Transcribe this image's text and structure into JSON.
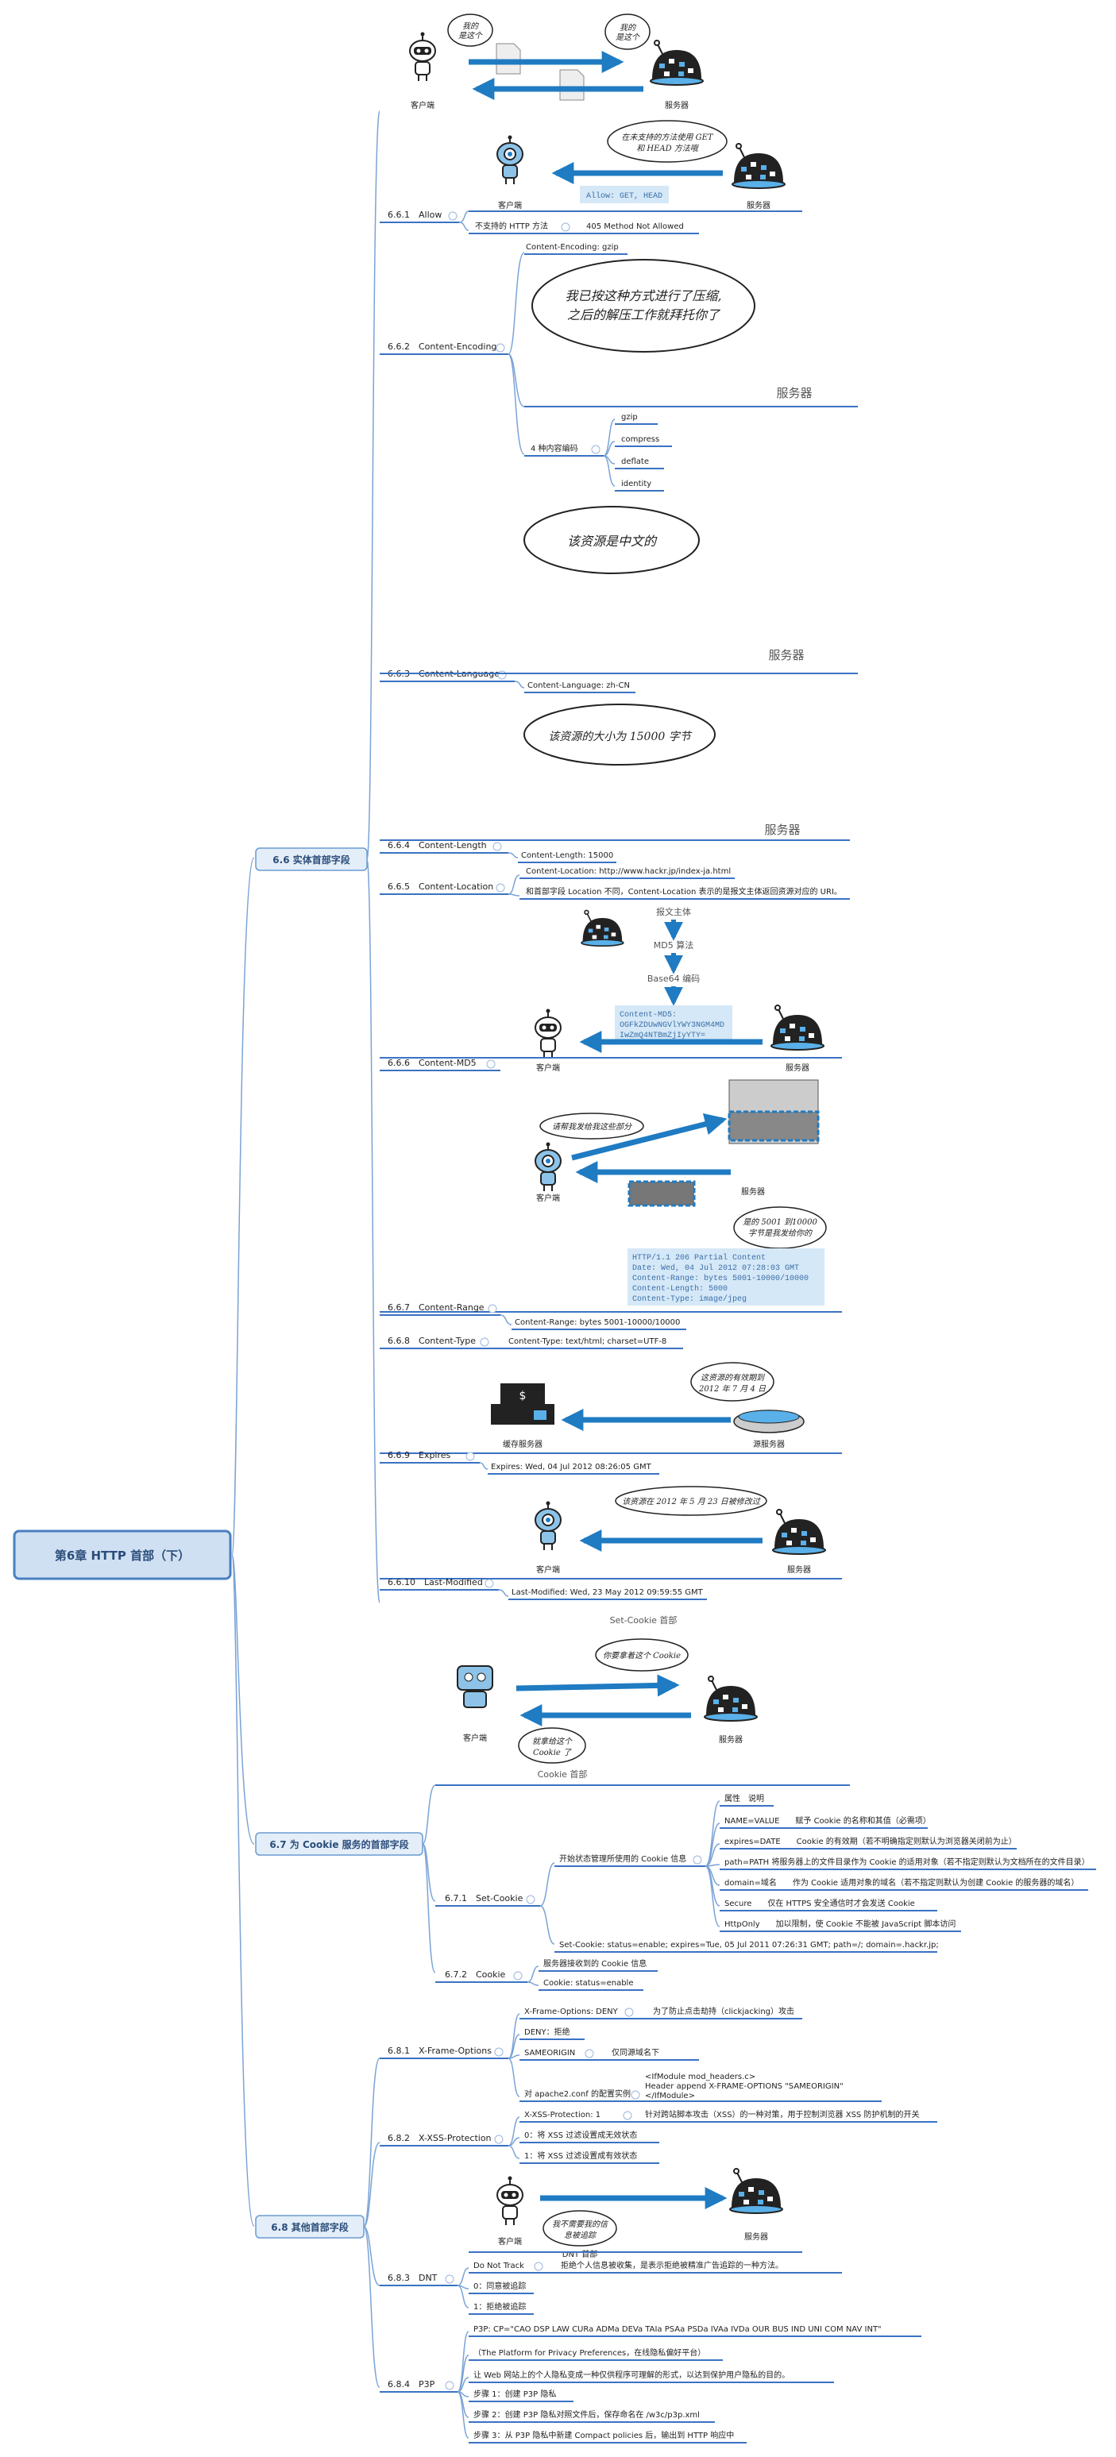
{
  "root": {
    "title": "第6章 HTTP 首部（下）"
  },
  "sections": {
    "s66": "6.6 实体首部字段",
    "s67": "6.7 为 Cookie 服务的首部字段",
    "s68": "6.8 其他首部字段"
  },
  "labels": {
    "client": "客户端",
    "server": "服务器",
    "cache_server": "缓存服务器",
    "origin_server": "源服务器"
  },
  "s66": {
    "top_bubble_c": "我的\n是这个",
    "top_bubble_s": "我的\n是这个",
    "allow": {
      "title": "6.6.1　Allow",
      "bubble": "在未支持的方法使用 GET\n和 HEAD 方法哦",
      "code": "Allow: GET, HEAD",
      "left": "不支持的 HTTP 方法",
      "right": "405 Method Not Allowed"
    },
    "encoding": {
      "title": "6.6.2　Content-Encoding",
      "value": "Content-Encoding: gzip",
      "bubble1": "我已按这种方式进行了压缩,",
      "bubble2": "之后的解压工作就拜托你了",
      "types_label": "4 种内容编码",
      "types": [
        "gzip",
        "compress",
        "deflate",
        "identity"
      ]
    },
    "language": {
      "title": "6.6.3　Content-Language",
      "bubble": "该资源是中文的",
      "value": "Content-Language: zh-CN"
    },
    "length": {
      "title": "6.6.4　Content-Length",
      "bubble": "该资源的大小为 15000 字节",
      "value": "Content-Length: 15000"
    },
    "location": {
      "title": "6.6.5　Content-Location",
      "value1": "Content-Location: http://www.hackr.jp/index-ja.html",
      "value2": "和首部字段 Location 不同，Content-Location 表示的是报文主体返回资源对应的 URI。"
    },
    "md5": {
      "title": "6.6.6　Content-MD5",
      "step1": "报文主体",
      "step2": "MD5 算法",
      "step3": "Base64 编码",
      "code1": "Content-MD5:",
      "code2": "OGFkZDUwNGVlYWY3NGM4MD",
      "code3": "IwZmQ4NTBmZjIyYTY="
    },
    "range": {
      "title": "6.6.7　Content-Range",
      "bubble_c": "请帮我发给我这些部分",
      "bubble_s": "是的 5001 到10000\n字节是我发给你的",
      "code": [
        "HTTP/1.1 206 Partial Content",
        "Date: Wed, 04 Jul 2012 07:28:03 GMT",
        "Content-Range: bytes 5001-10000/10000",
        "Content-Length: 5000",
        "Content-Type: image/jpeg"
      ],
      "value": "Content-Range: bytes 5001-10000/10000"
    },
    "type": {
      "title": "6.6.8　Content-Type",
      "value": "Content-Type: text/html; charset=UTF-8"
    },
    "expires": {
      "title": "6.6.9　Expires",
      "bubble": "这资源的有效期到\n2012 年 7 月 4 日",
      "value": "Expires: Wed, 04 Jul 2012 08:26:05 GMT"
    },
    "last_modified": {
      "title": "6.6.10　Last-Modified",
      "bubble": "该资源在 2012 年 5 月 23 日被修改过",
      "value": "Last-Modified: Wed, 23 May 2012 09:59:55 GMT"
    }
  },
  "s67": {
    "setcookie_caption": "Set-Cookie 首部",
    "cookie_caption": "Cookie 首部",
    "bubble_s": "你要拿着这个 Cookie",
    "bubble_c": "就拿给这个\nCookie 了",
    "set_cookie": {
      "title": "6.7.1　Set-Cookie",
      "desc": "开始状态管理所使用的 Cookie 信息",
      "attrs": [
        "属性　说明",
        "NAME=VALUE　　赋予 Cookie 的名称和其值（必需项）",
        "expires=DATE　　Cookie 的有效期（若不明确指定则默认为浏览器关闭前为止）",
        "path=PATH 将服务器上的文件目录作为 Cookie 的适用对象（若不指定则默认为文档所在的文件目录）",
        "domain=域名　　作为 Cookie 适用对象的域名（若不指定则默认为创建 Cookie 的服务器的域名）",
        "Secure　　仅在 HTTPS 安全通信时才会发送 Cookie",
        "HttpOnly　　加以限制，使 Cookie 不能被 JavaScript 脚本访问"
      ],
      "example": "Set-Cookie: status=enable; expires=Tue, 05 Jul 2011 07:26:31 GMT; path=/; domain=.hackr.jp;"
    },
    "cookie": {
      "title": "6.7.2　Cookie",
      "desc": "服务器接收到的 Cookie 信息",
      "value": "Cookie: status=enable"
    }
  },
  "s68": {
    "xfo": {
      "title": "6.8.1　X-Frame-Options",
      "v1": "X-Frame-Options: DENY",
      "v1_note": "为了防止点击劫持（clickjacking）攻击",
      "v2": "DENY：拒绝",
      "v3": "SAMEORIGIN",
      "v3_note": "仅同源域名下",
      "v4": "对 apache2.conf 的配置实例",
      "v4_code": [
        "<IfModule mod_headers.c>",
        "  Header append X-FRAME-OPTIONS \"SAMEORIGIN\"",
        "</IfModule>"
      ]
    },
    "xss": {
      "title": "6.8.2　X-XSS-Protection",
      "v1": "X-XSS-Protection: 1",
      "v1_note": "针对跨站脚本攻击（XSS）的一种对策，用于控制浏览器 XSS 防护机制的开关",
      "v2": "0：将 XSS 过滤设置成无效状态",
      "v3": "1：将 XSS 过滤设置成有效状态"
    },
    "dnt": {
      "title": "6.8.3　DNT",
      "bubble": "我不需要我的信\n息被追踪",
      "caption": "DNT 首部",
      "v1": "Do Not Track",
      "v1_note": "拒绝个人信息被收集，是表示拒绝被精准广告追踪的一种方法。",
      "v2": "0：同意被追踪",
      "v3": "1：拒绝被追踪"
    },
    "p3p": {
      "title": "6.8.4　P3P",
      "v1": "P3P: CP=\"CAO DSP LAW CURa ADMa DEVa TAIa PSAa PSDa IVAa IVDa OUR BUS IND UNI COM NAV INT\"",
      "v2": "（The Platform for Privacy Preferences，在线隐私偏好平台）",
      "v3": "让 Web 网站上的个人隐私变成一种仅供程序可理解的形式，以达到保护用户隐私的目的。",
      "v4": "步骤 1：创建 P3P 隐私",
      "v5": "步骤 2：创建 P3P 隐私对照文件后，保存命名在 /w3c/p3p.xml",
      "v6": "步骤 3：从 P3P 隐私中新建 Compact policies 后，输出到 HTTP 响应中"
    }
  }
}
